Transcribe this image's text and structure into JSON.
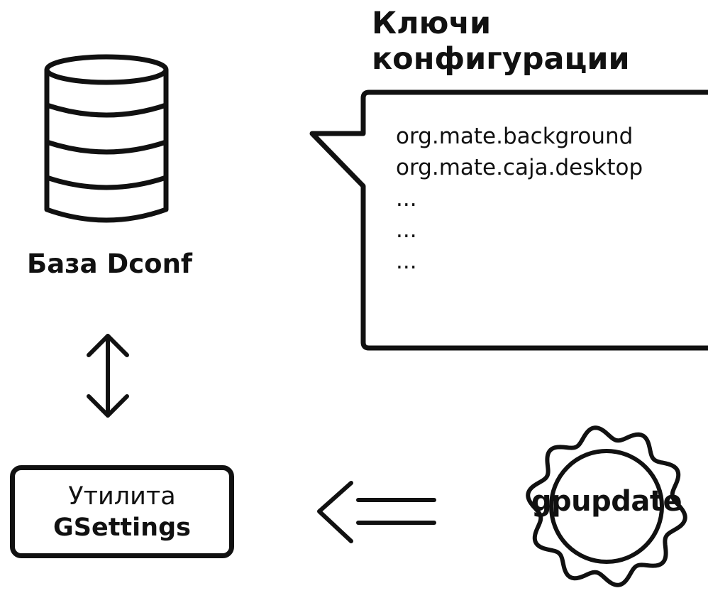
{
  "title": {
    "line1": "Ключи",
    "line2": "конфигурации"
  },
  "config_keys": {
    "items": [
      "org.mate.background",
      "org.mate.caja.desktop",
      "...",
      "...",
      "..."
    ]
  },
  "database": {
    "label": "База Dconf",
    "icon": "database-icon"
  },
  "utility": {
    "line1": "Утилита",
    "line2": "GSettings"
  },
  "gpupdate": {
    "label": "gpupdate",
    "icon": "gear-seal-icon"
  },
  "colors": {
    "stroke": "#111111",
    "background": "#ffffff"
  }
}
